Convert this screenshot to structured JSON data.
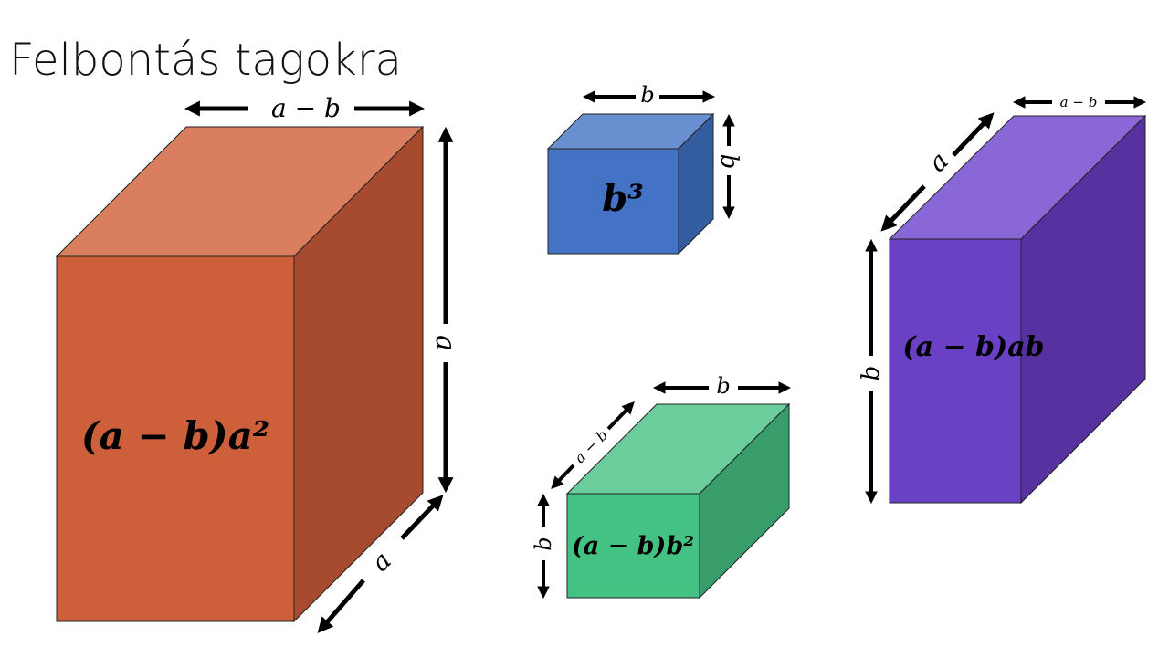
{
  "title": "Felbontás tagokra",
  "colors": {
    "red": {
      "front": "#cd5f3a",
      "top": "#d97e5f",
      "side": "#a64b2e"
    },
    "blue": {
      "front": "#4472c4",
      "top": "#6a8fd0",
      "side": "#345da0"
    },
    "green": {
      "front": "#44c284",
      "top": "#6ccd9c",
      "side": "#389d6b"
    },
    "purple": {
      "front": "#6a40c4",
      "top": "#8a67d6",
      "side": "#5831a0"
    }
  },
  "boxes": {
    "red": {
      "label": "(a − b)a²",
      "dim_top": "a − b",
      "dim_side": "a",
      "dim_depth": "a"
    },
    "blue": {
      "label": "b³",
      "dim_top": "b",
      "dim_side": "b"
    },
    "green": {
      "label": "(a − b)b²",
      "dim_top": "b",
      "dim_depth": "a − b",
      "dim_side": "b"
    },
    "purple": {
      "label": "(a − b)ab",
      "dim_top": "a − b",
      "dim_depth": "a",
      "dim_side": "b"
    }
  }
}
